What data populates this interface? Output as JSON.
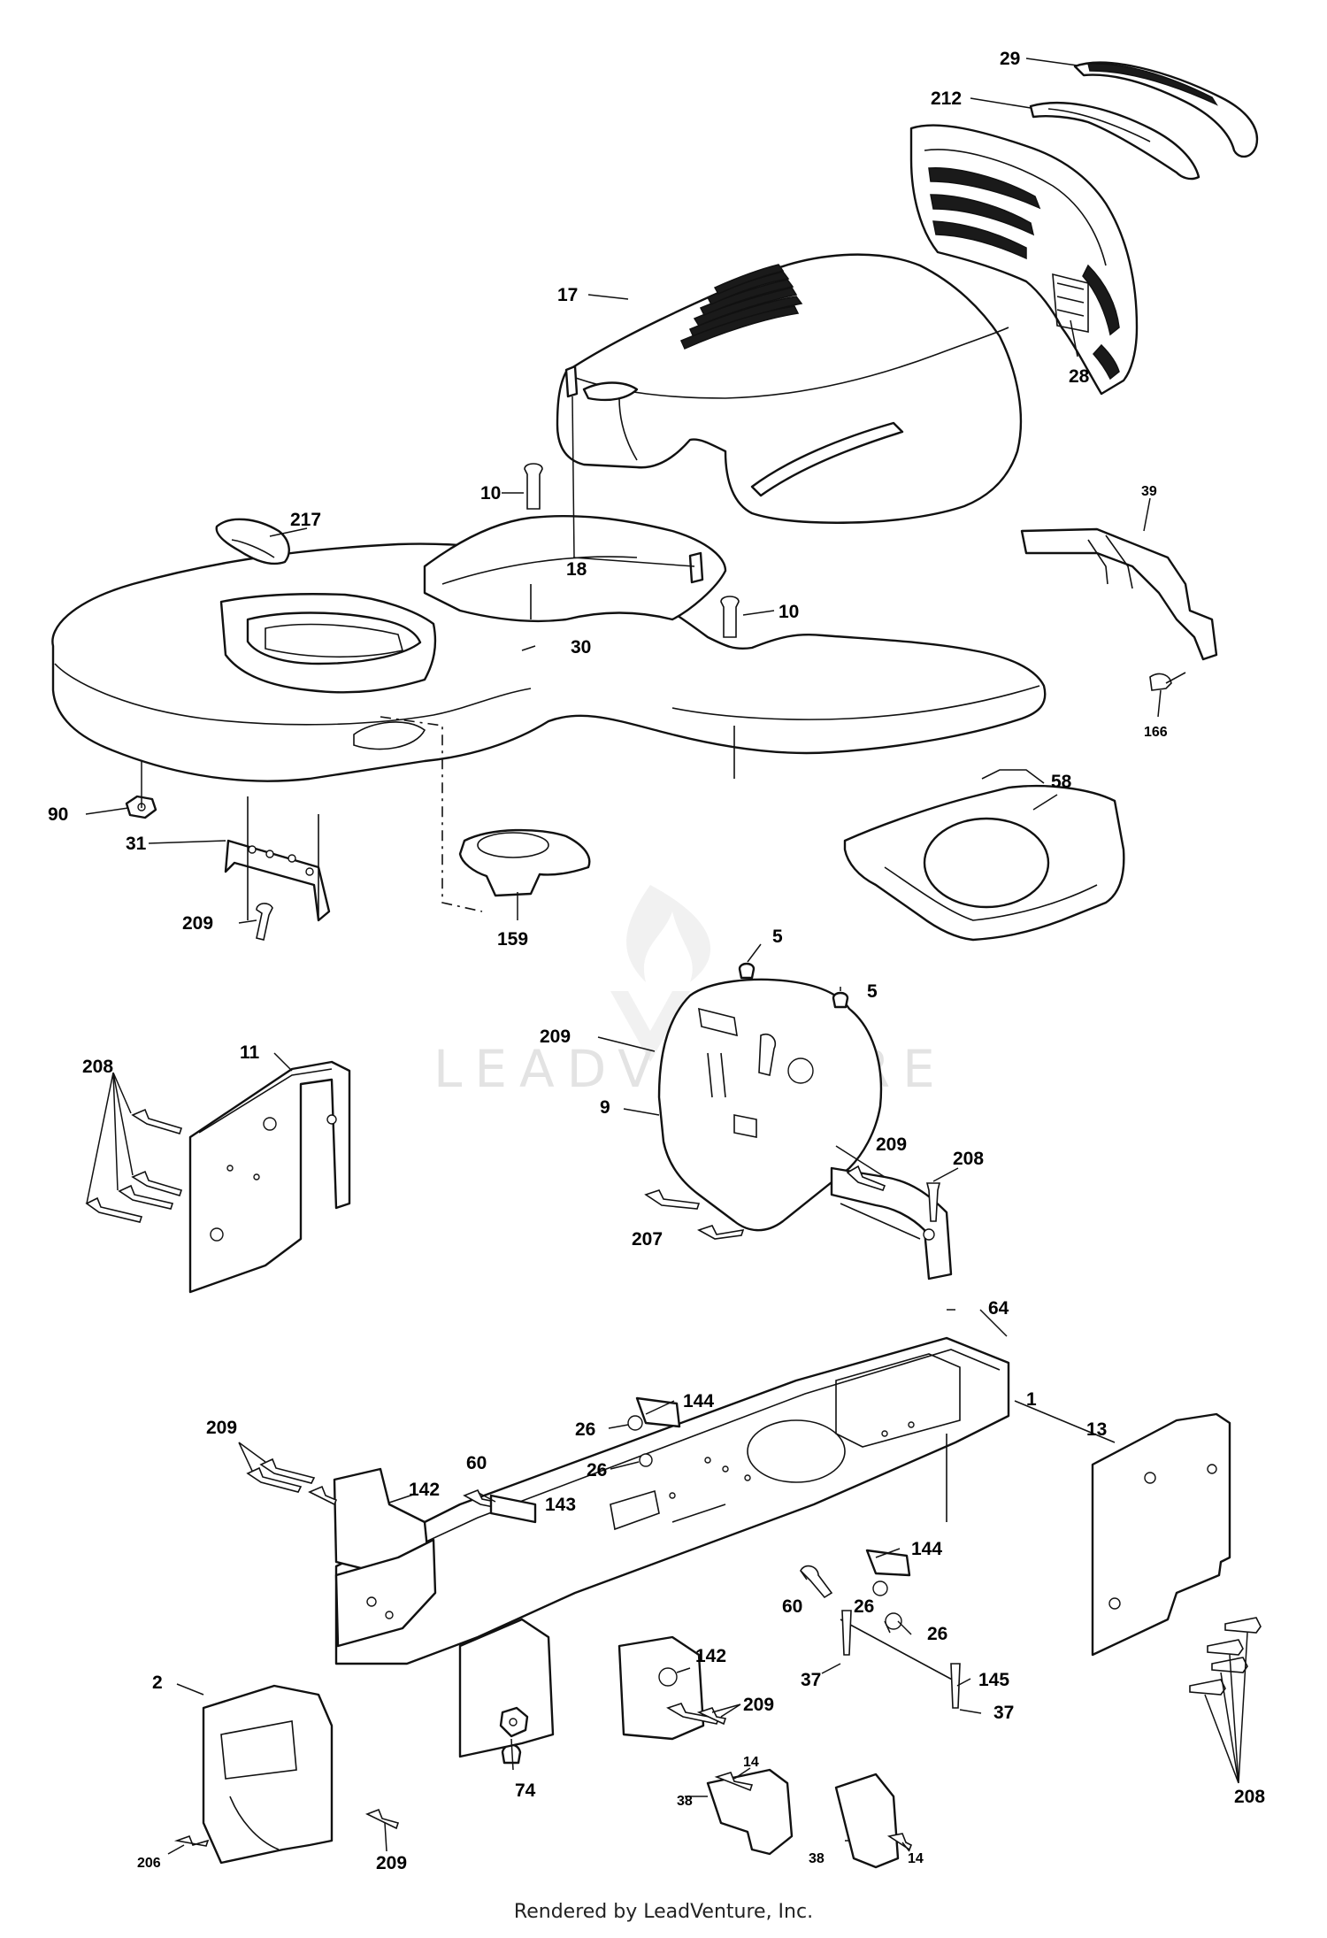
{
  "watermark": {
    "text": "LEADVENTURE"
  },
  "footer": {
    "credit": "Rendered by LeadVenture, Inc."
  },
  "callouts": {
    "c29": "29",
    "c212": "212",
    "c17": "17",
    "c28": "28",
    "c10a": "10",
    "c10b": "10",
    "c217": "217",
    "c18": "18",
    "c30": "30",
    "c39": "39",
    "c166": "166",
    "c58": "58",
    "c90": "90",
    "c31": "31",
    "c209a": "209",
    "c159": "159",
    "c5a": "5",
    "c5b": "5",
    "c209b": "209",
    "c9": "9",
    "c209c": "209",
    "c208a": "208",
    "c207": "207",
    "c64": "64",
    "c208b": "208",
    "c11": "11",
    "c1": "1",
    "c144a": "144",
    "c26a": "26",
    "c26b": "26",
    "c209d": "209",
    "c60a": "60",
    "c142a": "142",
    "c143": "143",
    "c13": "13",
    "c144b": "144",
    "c60b": "60",
    "c26c": "26",
    "c26d": "26",
    "c142b": "142",
    "c37a": "37",
    "c145": "145",
    "c37b": "37",
    "c209e": "209",
    "c2": "2",
    "c74": "74",
    "c14a": "14",
    "c38a": "38",
    "c209f": "209",
    "c206": "206",
    "c38b": "38",
    "c14b": "14",
    "c208c": "208"
  },
  "colors": {
    "ink": "#111111",
    "paper": "#ffffff",
    "watermark": "#e3e3e3"
  }
}
